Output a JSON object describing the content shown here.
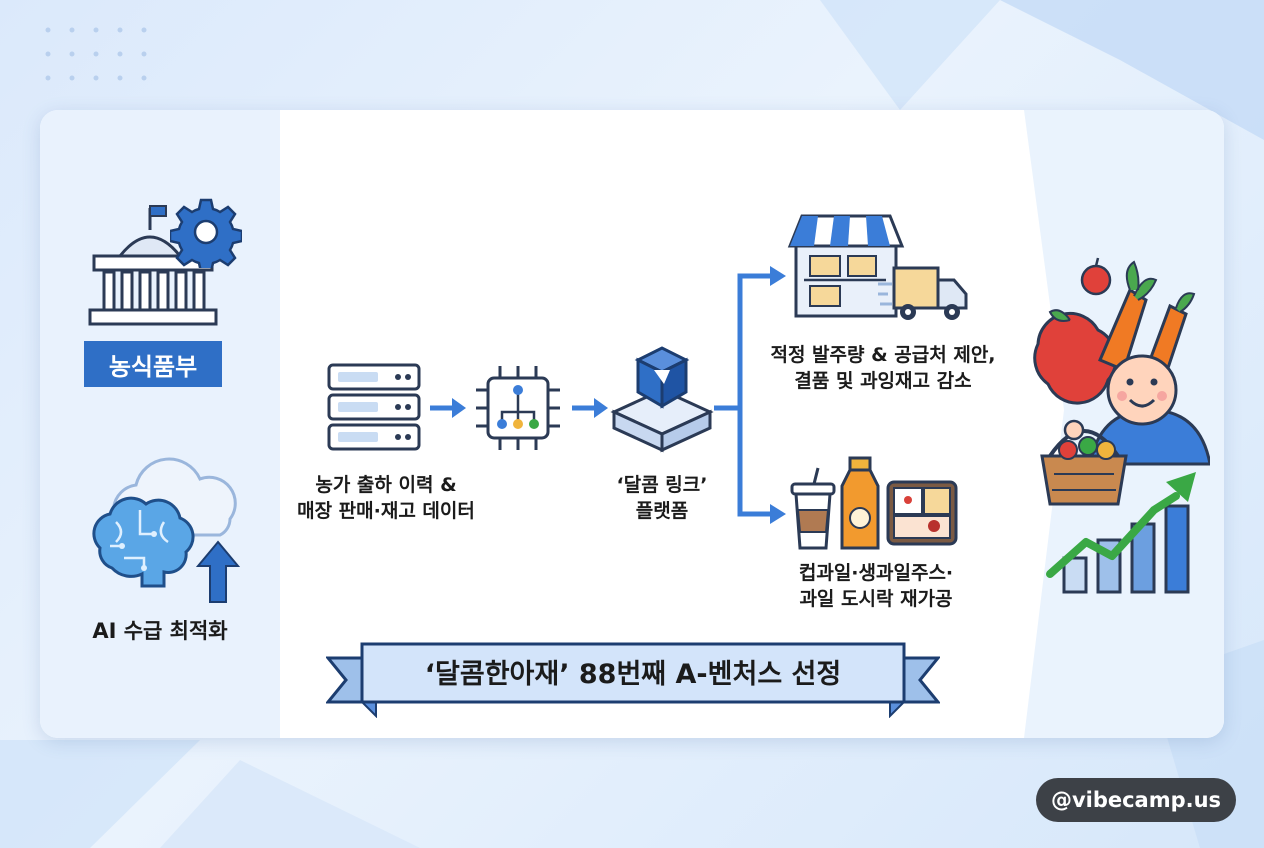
{
  "ministry": {
    "label": "농식품부"
  },
  "ai": {
    "label": "AI 수급 최적화"
  },
  "data_source": {
    "line1": "농가 출하 이력 &",
    "line2": "매장 판매·재고 데이터"
  },
  "platform": {
    "line1": "‘달콤 링크’",
    "line2": "플랫폼"
  },
  "output_top": {
    "line1": "적정 발주량 & 공급처 제안,",
    "line2": "결품 및 과잉재고 감소"
  },
  "output_bottom": {
    "line1": "컵과일·생과일주스·",
    "line2": "과일 도시락 재가공"
  },
  "banner": {
    "text": "‘달콤한아재’ 88번째 A-벤처스 선정"
  },
  "watermark": {
    "text": "@vibecamp.us"
  },
  "colors": {
    "primary": "#2f6fc6",
    "accent": "#4a90e2",
    "banner_fill": "#d3e4fa",
    "growth_green": "#3aa845"
  },
  "icons": [
    "government-building-icon",
    "gear-icon",
    "brain-icon",
    "cloud-icon",
    "up-arrow-icon",
    "server-icon",
    "ai-chip-icon",
    "platform-cube-icon",
    "store-icon",
    "delivery-truck-icon",
    "coffee-cup-icon",
    "juice-bottle-icon",
    "lunchbox-icon",
    "happy-fruit-icon",
    "growth-chart-icon"
  ]
}
